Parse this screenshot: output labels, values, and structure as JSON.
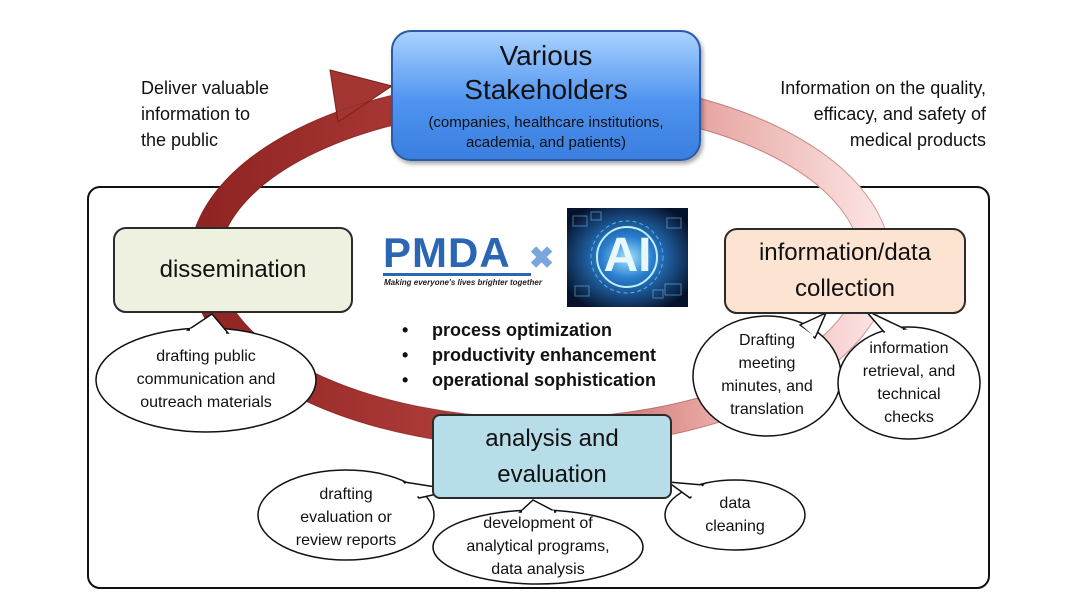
{
  "stakeholders": {
    "title_line1": "Various",
    "title_line2": "Stakeholders",
    "sub_line1": "(companies, healthcare institutions,",
    "sub_line2": "academia, and patients)"
  },
  "left_text": {
    "line1": "Deliver valuable",
    "line2": "information to",
    "line3": "the public"
  },
  "right_text": {
    "line1": "Information on the quality,",
    "line2": "efficacy, and safety of",
    "line3": "medical products"
  },
  "nodes": {
    "dissemination": "dissemination",
    "collection_line1": "information/data",
    "collection_line2": "collection",
    "analysis_line1": "analysis and",
    "analysis_line2": "evaluation"
  },
  "logo": {
    "pmda": "PMDA",
    "tagline": "Making everyone's lives brighter together",
    "times": "✖",
    "ai": "AI"
  },
  "bullets": [
    "process optimization",
    "productivity enhancement",
    "operational sophistication"
  ],
  "bullet_char": "•",
  "bubbles": {
    "dissem": [
      "drafting public",
      "communication and",
      "outreach materials"
    ],
    "minutes": [
      "Drafting",
      "meeting",
      "minutes, and",
      "translation"
    ],
    "retrieval": [
      "information",
      "retrieval, and",
      "technical",
      "checks"
    ],
    "review": [
      "drafting",
      "evaluation or",
      "review reports"
    ],
    "programs": [
      "development of",
      "analytical programs,",
      "data analysis"
    ],
    "cleaning": [
      "data",
      "cleaning"
    ]
  },
  "colors": {
    "stakeholder_box": "#4f93ef",
    "dissemination_box": "#eef1df",
    "collection_box": "#fde4d2",
    "analysis_box": "#b7dde8",
    "arrow_dark": "#9e2c2a",
    "arrow_light": "#f3c6c4",
    "pmda_blue": "#2a66b4"
  }
}
